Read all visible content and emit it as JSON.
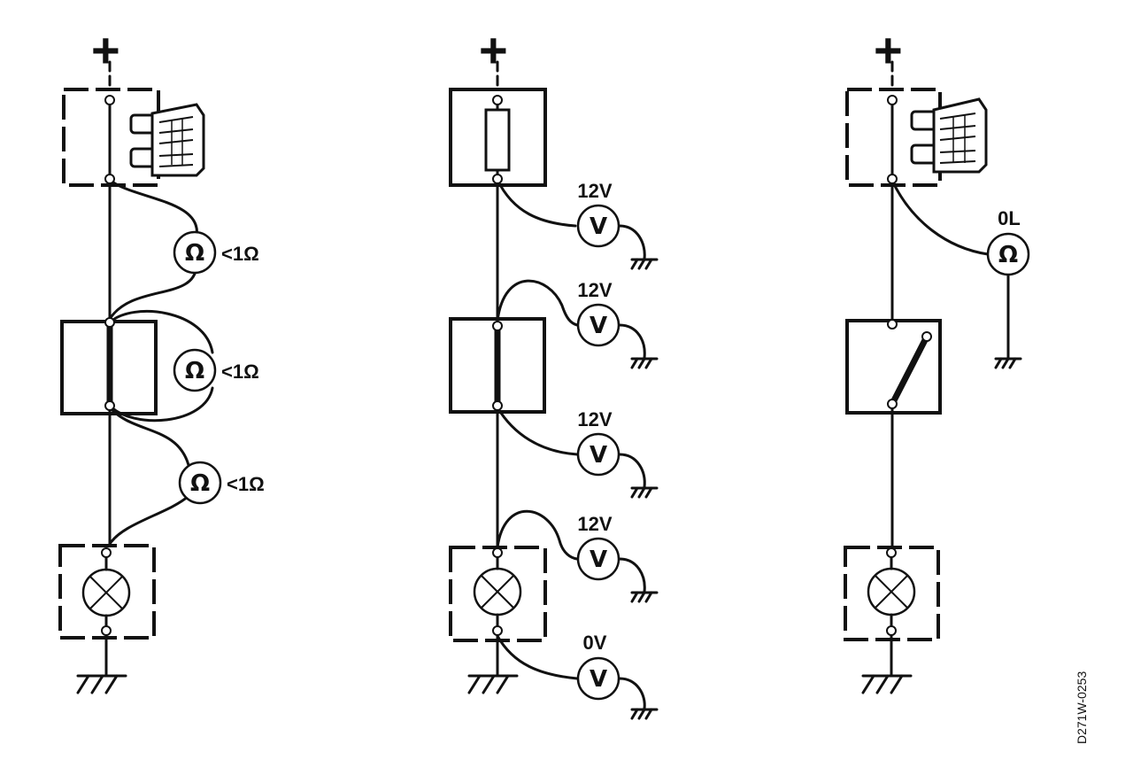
{
  "supply_symbol": "+",
  "figure_code": "D271W-0253",
  "panels": {
    "resistance_check": {
      "meters": [
        {
          "symbol": "Ω",
          "reading": "<1Ω"
        },
        {
          "symbol": "Ω",
          "reading": "<1Ω"
        },
        {
          "symbol": "Ω",
          "reading": "<1Ω"
        }
      ]
    },
    "voltage_check": {
      "meters": [
        {
          "symbol": "V",
          "reading": "12V"
        },
        {
          "symbol": "V",
          "reading": "12V"
        },
        {
          "symbol": "V",
          "reading": "12V"
        },
        {
          "symbol": "V",
          "reading": "12V"
        },
        {
          "symbol": "V",
          "reading": "0V"
        }
      ]
    },
    "open_circuit_check": {
      "meters": [
        {
          "symbol": "Ω",
          "reading": "0L"
        }
      ]
    }
  }
}
